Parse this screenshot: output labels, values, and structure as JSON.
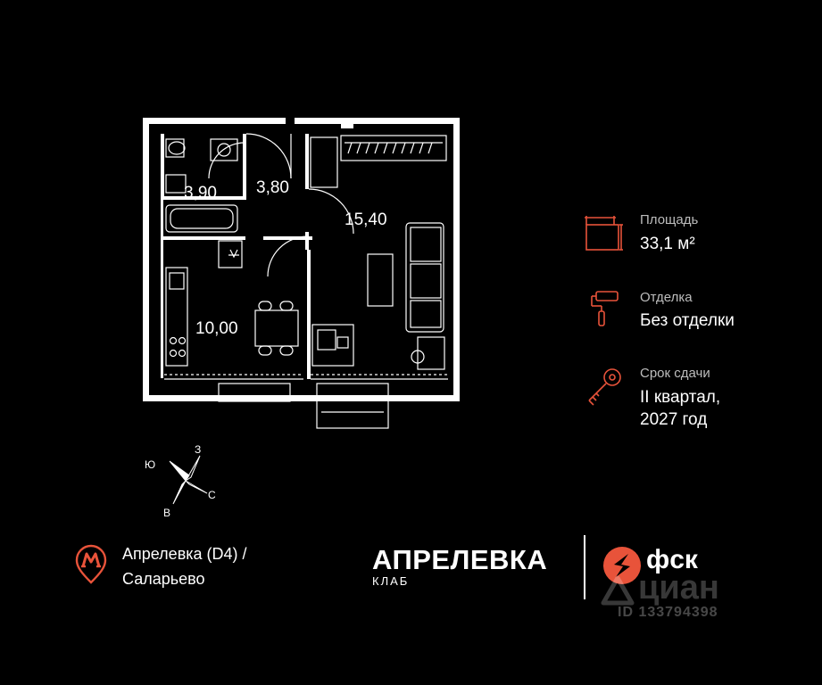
{
  "plan": {
    "rooms": [
      {
        "id": "bathroom",
        "area": "3,90"
      },
      {
        "id": "hall",
        "area": "3,80"
      },
      {
        "id": "living",
        "area": "15,40"
      },
      {
        "id": "kitchen",
        "area": "10,00"
      }
    ]
  },
  "info": {
    "area_label": "Площадь",
    "area_value": "33,1 м²",
    "finish_label": "Отделка",
    "finish_value": "Без отделки",
    "delivery_label": "Срок сдачи",
    "delivery_value_line1": "II квартал,",
    "delivery_value_line2": "2027 год"
  },
  "compass": {
    "north": "З",
    "east": "С",
    "south": "В",
    "west": "Ю"
  },
  "metro": {
    "line1": "Апрелевка (D4)  /",
    "line2": "Саларьево"
  },
  "brand": {
    "title": "АПРЕЛЕВКА",
    "subtitle": "КЛАБ",
    "developer": "фск"
  },
  "watermark": {
    "name": "циан",
    "id": "ID 133794398"
  },
  "colors": {
    "background": "#000000",
    "accent": "#e8533a",
    "text": "#ffffff",
    "muted": "#bdbdbd"
  }
}
